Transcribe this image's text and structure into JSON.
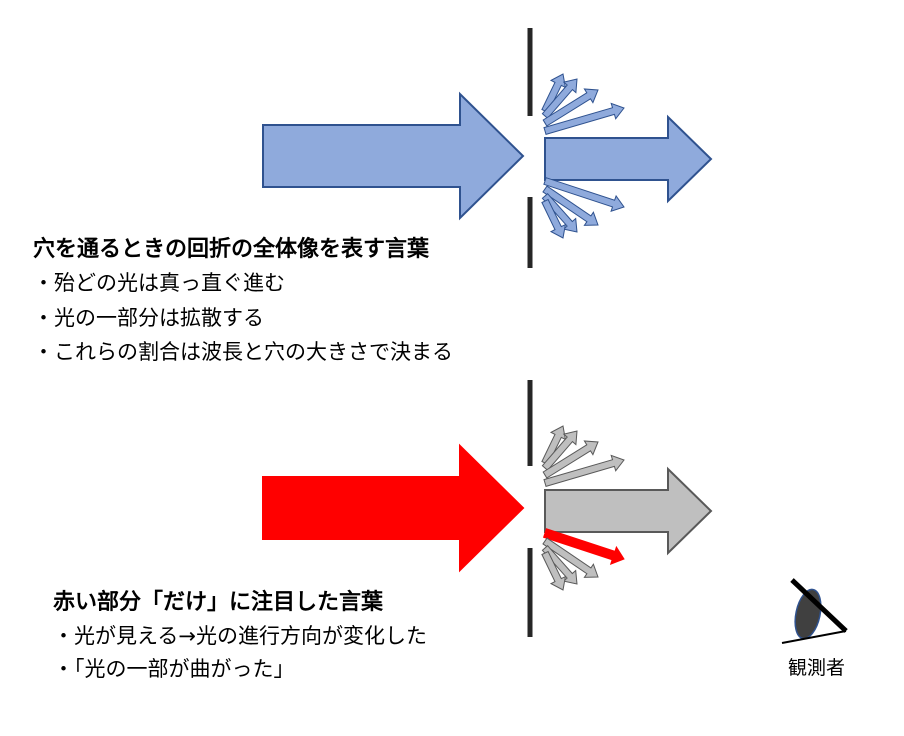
{
  "top_block": {
    "title": "穴を通るときの回折の全体像を表す言葉",
    "bullets": [
      "・殆どの光は真っ直ぐ進む",
      "・光の一部分は拡散する",
      "・これらの割合は波長と穴の大きさで決まる"
    ]
  },
  "bottom_block": {
    "title": "赤い部分「だけ」に注目した言葉",
    "bullets": [
      "・光が見える→光の進行方向が変化した",
      "・「光の一部が曲がった」"
    ]
  },
  "observer_label": "観測者",
  "colors": {
    "blue_fill": "#8faadc",
    "blue_stroke": "#2f528f",
    "red": "#ff0000",
    "gray_fill": "#bfbfbf",
    "gray_stroke": "#595959",
    "wall": "#262626"
  }
}
